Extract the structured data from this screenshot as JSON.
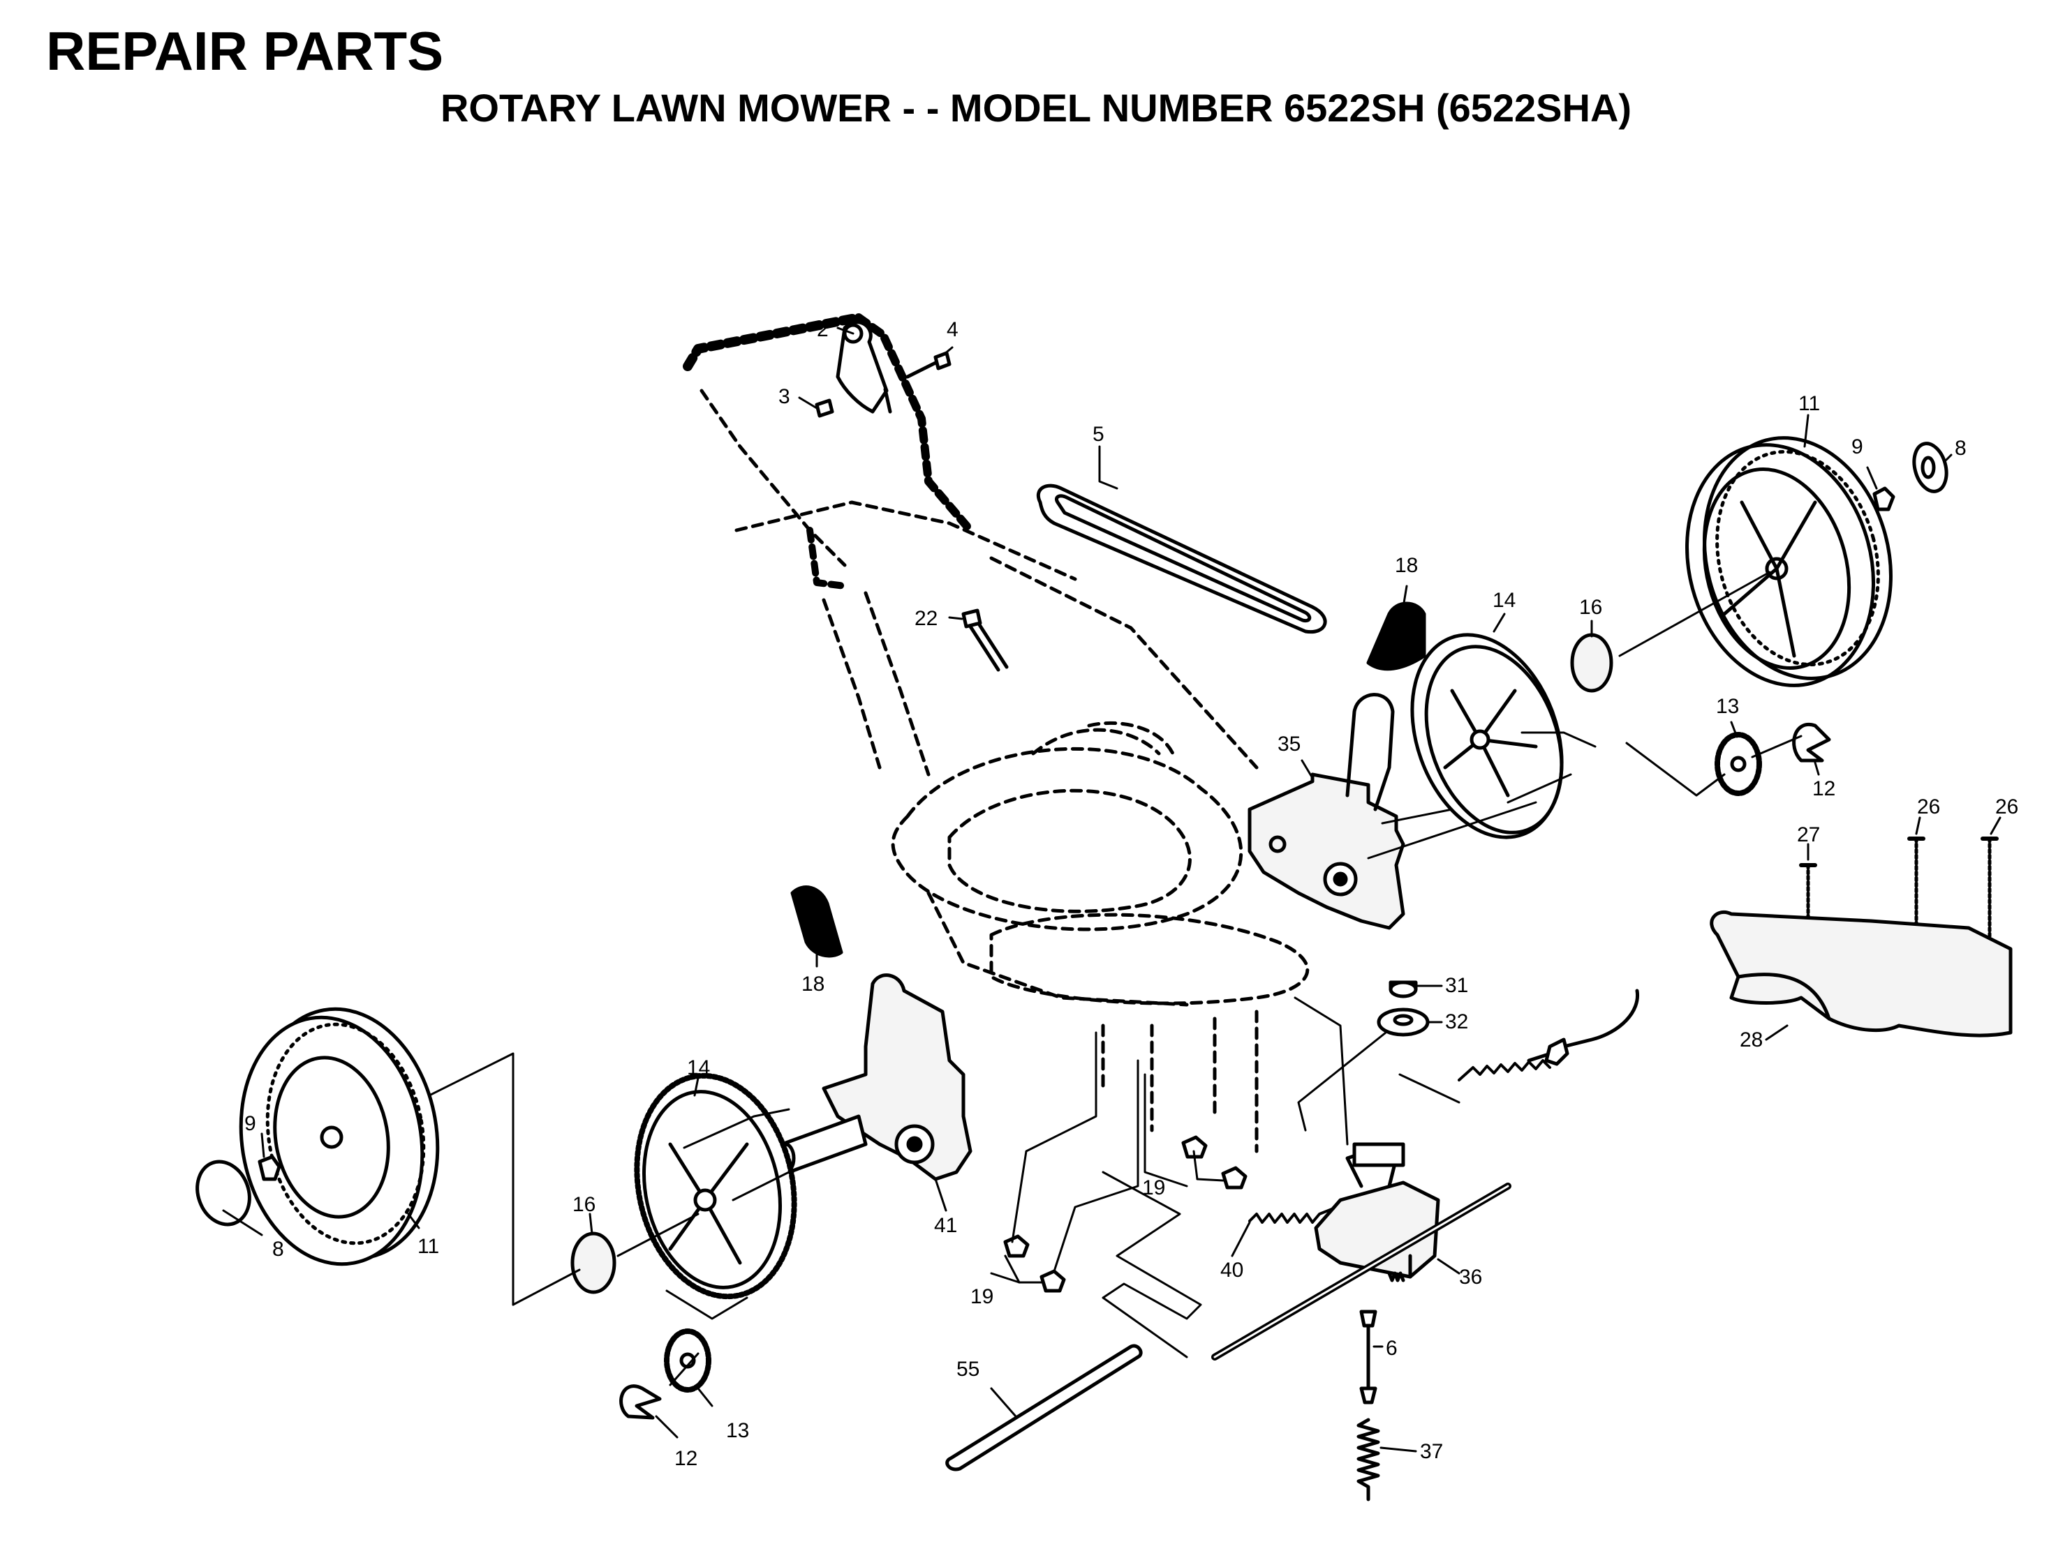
{
  "header": {
    "title": "REPAIR PARTS",
    "subtitle": "ROTARY LAWN MOWER - - MODEL NUMBER 6522SH (6522SHA)"
  },
  "colors": {
    "ink": "#000000",
    "paper": "#ffffff",
    "fill": "#f4f4f4"
  },
  "callouts": {
    "c2": "2",
    "c3": "3",
    "c4": "4",
    "c5": "5",
    "c11_r": "11",
    "c9_r": "9",
    "c8_r": "8",
    "c18_t": "18",
    "c14_r": "14",
    "c16_r": "16",
    "c22": "22",
    "c35": "35",
    "c13_r": "13",
    "c12_r": "12",
    "c27": "27",
    "c26_a": "26",
    "c26_b": "26",
    "c28": "28",
    "c18_l": "18",
    "c31": "31",
    "c32": "32",
    "c14_l": "14",
    "c9_l": "9",
    "c8_l": "8",
    "c11_l": "11",
    "c16_l": "16",
    "c41": "41",
    "c19_a": "19",
    "c19_b": "19",
    "c40": "40",
    "c36": "36",
    "c6": "6",
    "c55": "55",
    "c13_l": "13",
    "c12_l": "12",
    "c37": "37"
  }
}
